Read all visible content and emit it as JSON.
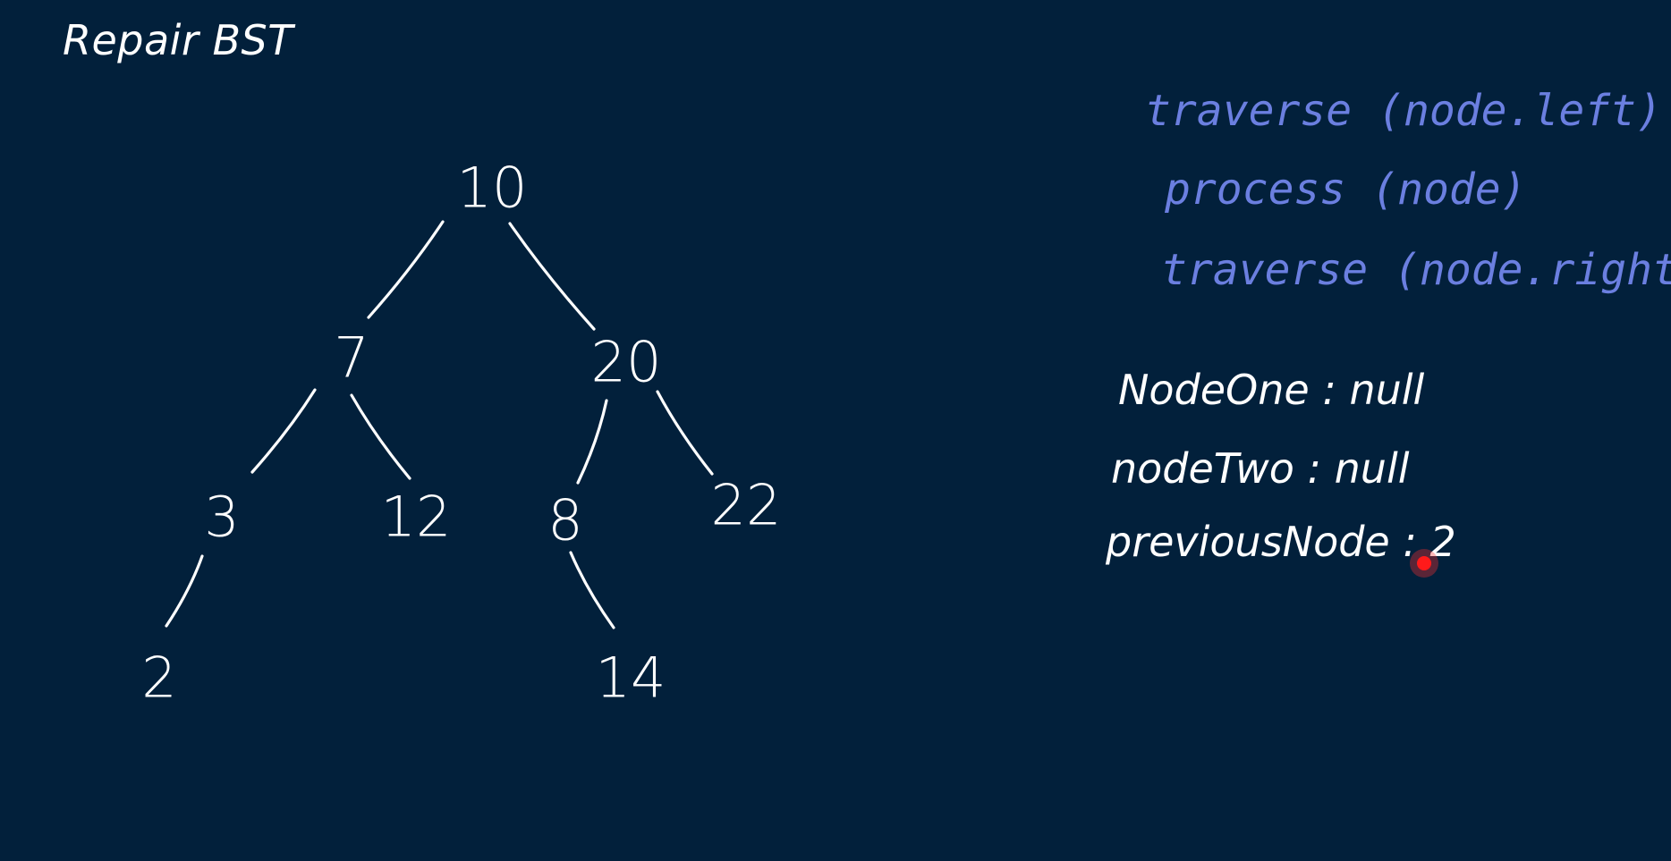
{
  "title": "Repair BST",
  "tree": {
    "nodes": [
      {
        "id": "n10",
        "label": "10"
      },
      {
        "id": "n7",
        "label": "7"
      },
      {
        "id": "n20",
        "label": "20"
      },
      {
        "id": "n3",
        "label": "3"
      },
      {
        "id": "n12",
        "label": "12"
      },
      {
        "id": "n8",
        "label": "8"
      },
      {
        "id": "n22",
        "label": "22"
      },
      {
        "id": "n2",
        "label": "2"
      },
      {
        "id": "n14",
        "label": "14"
      }
    ],
    "edges": [
      [
        "n10",
        "n7"
      ],
      [
        "n10",
        "n20"
      ],
      [
        "n7",
        "n3"
      ],
      [
        "n7",
        "n12"
      ],
      [
        "n20",
        "n8"
      ],
      [
        "n20",
        "n22"
      ],
      [
        "n3",
        "n2"
      ],
      [
        "n8",
        "n14"
      ]
    ]
  },
  "code": {
    "lines": [
      "traverse (node.left)",
      "process (node)",
      "traverse (node.right)"
    ]
  },
  "vars": {
    "node_one": "NodeOne : null",
    "node_two": "nodeTwo : null",
    "previous_node": "previousNode : 2"
  },
  "colors": {
    "background": "#02203b",
    "ink": "#ffffff",
    "code_ink": "#6b7fe0",
    "pointer": "#ff1a1a"
  }
}
